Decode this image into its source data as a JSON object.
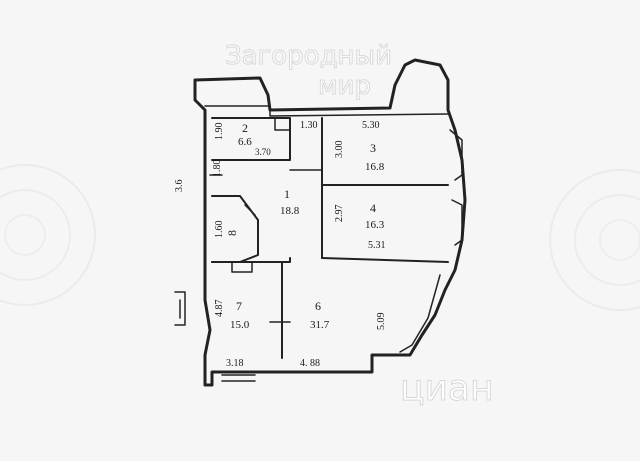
{
  "watermark": {
    "top_line": "Загородный",
    "top_line2": "мир",
    "bottom": "циан"
  },
  "rooms": [
    {
      "number": "1",
      "area": "18.8"
    },
    {
      "number": "2",
      "area": "6.6"
    },
    {
      "number": "3",
      "area": "16.8"
    },
    {
      "number": "4",
      "area": "16.3"
    },
    {
      "number": "7",
      "area": "15.0"
    },
    {
      "number": "6",
      "area": "31.7"
    },
    {
      "number": "8",
      "area": ""
    }
  ],
  "dimensions": {
    "d190": "1.90",
    "d370": "3.70",
    "d130": "1.30",
    "d530": "5.30",
    "d300": "3.00",
    "d180": "1.80",
    "d36": "3.6",
    "d297": "2.97",
    "d160": "1.60",
    "d531": "5.31",
    "d487": "4.87",
    "d318": "3.18",
    "d488": "4. 88",
    "d509": "5.09"
  },
  "colors": {
    "ink": "#1f1f1f",
    "paper": "#f6f6f6",
    "wall": "#2a2a2a"
  }
}
